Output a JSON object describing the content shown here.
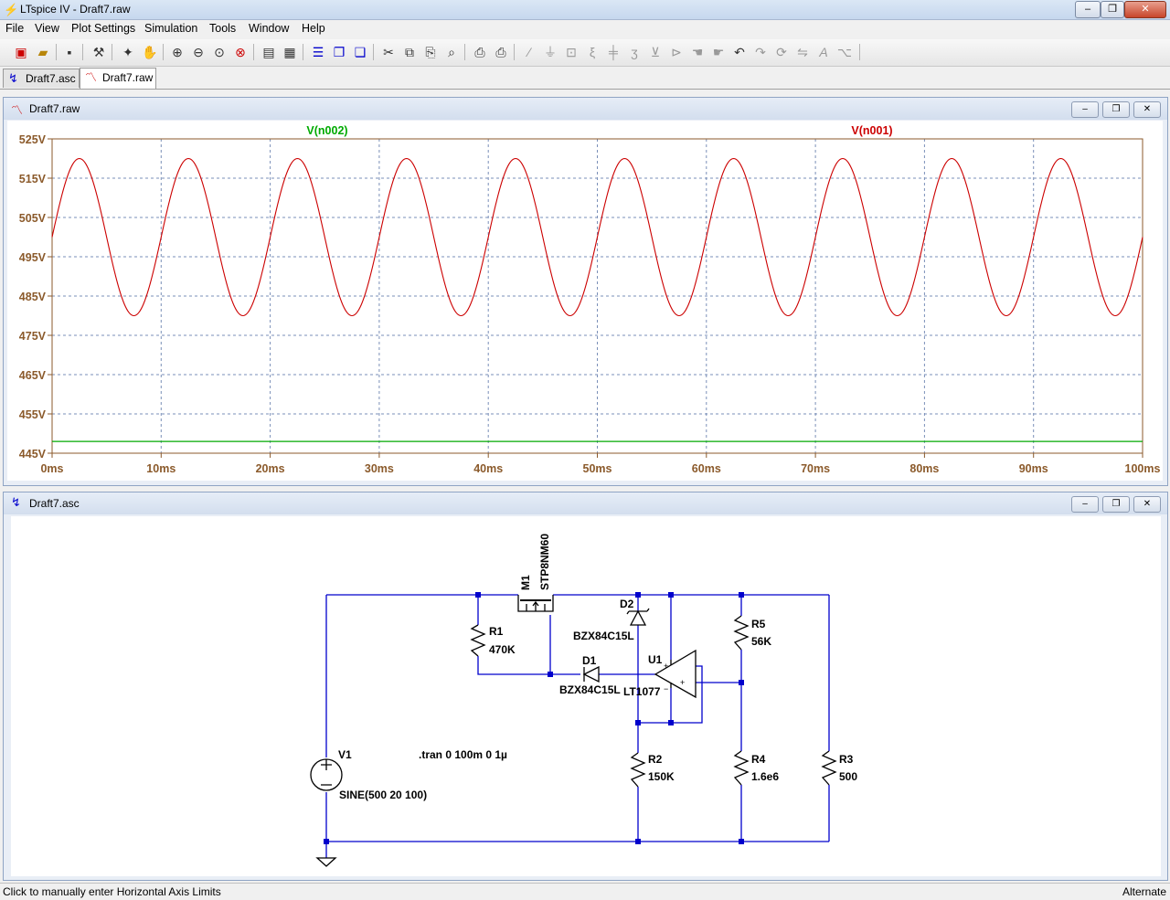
{
  "window": {
    "title": "LTspice IV - Draft7.raw",
    "minimize": "–",
    "restore": "❐",
    "close": "✕"
  },
  "menu": [
    "File",
    "View",
    "Plot Settings",
    "Simulation",
    "Tools",
    "Window",
    "Help"
  ],
  "toolbar": {
    "icons": [
      "open-schematic-icon",
      "open-file-icon",
      "save-icon",
      "control-panel-icon",
      "run-icon",
      "pan-icon",
      "zoom-in-icon",
      "zoom-out-icon",
      "zoom-fit-icon",
      "zoom-cancel-icon",
      "autorange-icon",
      "grid-icon",
      "tile-horizontal-icon",
      "cascade-icon",
      "tile-vertical-icon",
      "cut-icon",
      "copy-icon",
      "paste-icon",
      "find-icon",
      "print-preview-icon",
      "print-icon",
      "wire-icon",
      "ground-icon",
      "label-icon",
      "resistor-icon",
      "capacitor-icon",
      "inductor-icon",
      "diode-icon",
      "component-icon",
      "move-icon",
      "drag-icon",
      "undo-icon",
      "redo-icon",
      "rotate-icon",
      "mirror-icon",
      "text-icon",
      "spice-directive-icon"
    ]
  },
  "tabs": [
    {
      "label": "Draft7.asc"
    },
    {
      "label": "Draft7.raw"
    }
  ],
  "waveform_window": {
    "title": "Draft7.raw"
  },
  "schematic_window": {
    "title": "Draft7.asc"
  },
  "chart_data": {
    "type": "line",
    "x_unit": "ms",
    "xlim": [
      0,
      100
    ],
    "ylim": [
      445,
      525
    ],
    "x_ticks": [
      "0ms",
      "10ms",
      "20ms",
      "30ms",
      "40ms",
      "50ms",
      "60ms",
      "70ms",
      "80ms",
      "90ms",
      "100ms"
    ],
    "y_ticks": [
      "525V",
      "515V",
      "505V",
      "495V",
      "485V",
      "475V",
      "465V",
      "455V",
      "445V"
    ],
    "grid": true,
    "series": [
      {
        "name": "V(n002)",
        "color": "#00aa00",
        "x": [
          0,
          100
        ],
        "y": [
          448,
          448
        ]
      },
      {
        "name": "V(n001)",
        "color": "#cc0000",
        "function": "sine",
        "offset": 500,
        "amplitude": 20,
        "frequency_hz": 100
      }
    ]
  },
  "schematic": {
    "wire_color": "#0000cc",
    "labels": {
      "m1_name": "M1",
      "m1_model": "STP8NM60",
      "d2_name": "D2",
      "d2_model": "BZX84C15L",
      "r1_name": "R1",
      "r1_value": "470K",
      "d1_name": "D1",
      "d1_model": "BZX84C15L",
      "u1_name": "U1",
      "u1_model": "LT1077",
      "r5_name": "R5",
      "r5_value": "56K",
      "v1_name": "V1",
      "v1_value": "SINE(500 20 100)",
      "tran": ".tran 0 100m 0 1µ",
      "r2_name": "R2",
      "r2_value": "150K",
      "r4_name": "R4",
      "r4_value": "1.6e6",
      "r3_name": "R3",
      "r3_value": "500"
    }
  },
  "status": {
    "left": "Click to manually enter Horizontal Axis Limits",
    "right": "Alternate"
  }
}
